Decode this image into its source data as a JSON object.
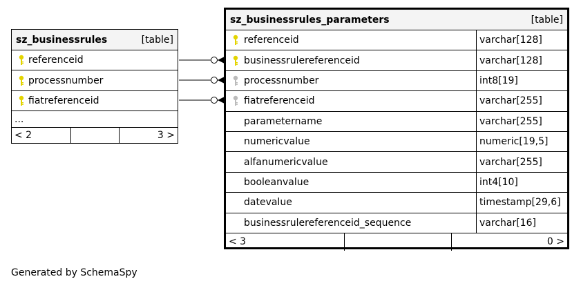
{
  "left_table": {
    "name": "sz_businessrules",
    "kind": "[table]",
    "columns": [
      {
        "name": "referenceid",
        "key": "primary"
      },
      {
        "name": "processnumber",
        "key": "primary"
      },
      {
        "name": "fiatreferenceid",
        "key": "primary"
      }
    ],
    "ellipsis": "...",
    "footer_left": "< 2",
    "footer_right": "3 >"
  },
  "right_table": {
    "name": "sz_businessrules_parameters",
    "kind": "[table]",
    "columns": [
      {
        "name": "referenceid",
        "type": "varchar[128]",
        "key": "primary"
      },
      {
        "name": "businessrulereferenceid",
        "type": "varchar[128]",
        "key": "primary"
      },
      {
        "name": "processnumber",
        "type": "int8[19]",
        "key": "foreign"
      },
      {
        "name": "fiatreferenceid",
        "type": "varchar[255]",
        "key": "foreign"
      },
      {
        "name": "parametername",
        "type": "varchar[255]",
        "key": "none"
      },
      {
        "name": "numericvalue",
        "type": "numeric[19,5]",
        "key": "none"
      },
      {
        "name": "alfanumericvalue",
        "type": "varchar[255]",
        "key": "none"
      },
      {
        "name": "booleanvalue",
        "type": "int4[10]",
        "key": "none"
      },
      {
        "name": "datevalue",
        "type": "timestamp[29,6]",
        "key": "none"
      },
      {
        "name": "businessrulereferenceid_sequence",
        "type": "varchar[16]",
        "key": "none"
      }
    ],
    "footer_left": "< 3",
    "footer_right": "0 >"
  },
  "colors": {
    "primary_key": "#e3d400",
    "foreign_key": "#bbbbbb",
    "header_bg": "#f4f4f4"
  },
  "footer_text": "Generated by SchemaSpy"
}
